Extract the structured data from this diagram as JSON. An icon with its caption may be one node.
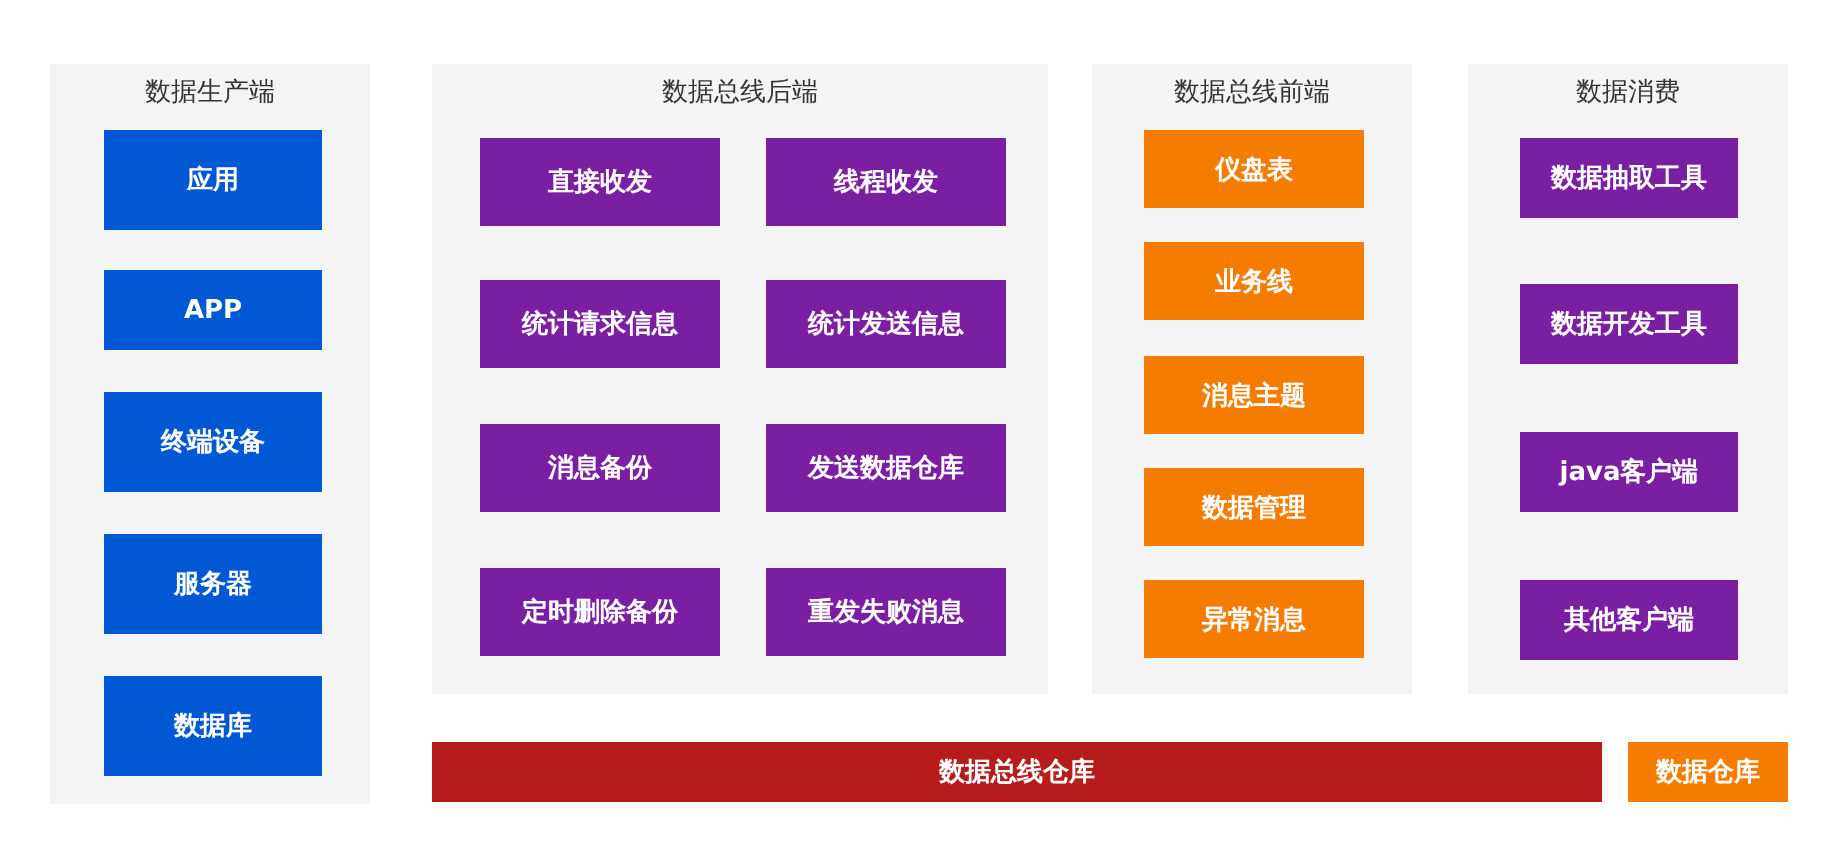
{
  "diagram": {
    "nodes": [
      {
        "text": [
          "数据生产端"
        ]
      },
      {
        "text": [
          "应用"
        ],
        "in": 0
      },
      {
        "text": [
          "APP"
        ],
        "in": 0
      },
      {
        "text": [
          "终端设备"
        ],
        "in": 0
      },
      {
        "text": [
          "服务器"
        ],
        "in": 0
      },
      {
        "text": [
          "数据库"
        ],
        "in": 0
      },
      {
        "text": [
          "数据总线后端"
        ]
      },
      {
        "text": [
          "直接收发"
        ],
        "in": 6
      },
      {
        "text": [
          "线程收发"
        ],
        "in": 6
      },
      {
        "text": [
          "统计请求信息"
        ],
        "in": 6
      },
      {
        "text": [
          "统计发送信息"
        ],
        "in": 6
      },
      {
        "text": [
          "消息备份"
        ],
        "in": 6
      },
      {
        "text": [
          "发送数据仓库"
        ],
        "in": 6
      },
      {
        "text": [
          "定时删除备份"
        ],
        "in": 6
      },
      {
        "text": [
          "重发失败消息"
        ],
        "in": 6
      },
      {
        "text": [
          "数据总线前端"
        ]
      },
      {
        "text": [
          "仪盘表"
        ],
        "in": 15
      },
      {
        "text": [
          "业务线"
        ],
        "in": 15
      },
      {
        "text": [
          "消息主题"
        ],
        "in": 15
      },
      {
        "text": [
          "数据管理"
        ],
        "in": 15
      },
      {
        "text": [
          "异常消息"
        ],
        "in": 15
      },
      {
        "text": [
          "数据消费"
        ]
      },
      {
        "text": [
          "数据抽取工具"
        ],
        "in": 21
      },
      {
        "text": [
          "数据开发工具"
        ],
        "in": 21
      },
      {
        "text": [
          "java客户端"
        ],
        "in": 21
      },
      {
        "text": [
          "其他客户端"
        ],
        "in": 21
      },
      {
        "text": [
          "数据总线仓库"
        ]
      },
      {
        "text": [
          "数据仓库"
        ]
      }
    ]
  }
}
